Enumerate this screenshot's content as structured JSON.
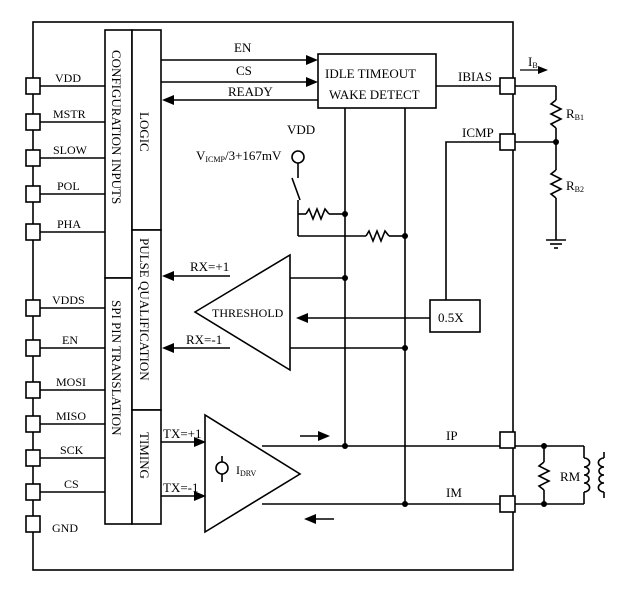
{
  "pins_left": [
    "VDD",
    "MSTR",
    "SLOW",
    "POL",
    "PHA",
    "VDDS",
    "EN",
    "MOSI",
    "MISO",
    "SCK",
    "CS",
    "GND"
  ],
  "pins_right": {
    "ibias": "IBIAS",
    "icmp": "ICMP",
    "ip": "IP",
    "im": "IM"
  },
  "blocks": {
    "config_inputs": "CONFIGURATION INPUTS",
    "logic": "LOGIC",
    "pulse_qualification": "PULSE QUALIFICATION",
    "spi_pin_translation": "SPI PIN TRANSLATION",
    "timing": "TIMING",
    "idle_timeout": "IDLE TIMEOUT",
    "wake_detect": "WAKE DETECT",
    "threshold": "THRESHOLD",
    "scale": "0.5X"
  },
  "signals": {
    "en": "EN",
    "cs": "CS",
    "ready": "READY",
    "rx_pos": "RX=+1",
    "rx_neg": "RX=-1",
    "tx_pos": "TX=+1",
    "tx_neg": "TX=-1",
    "vdd": "VDD",
    "vcmp_main": "V",
    "vcmp_sub": "ICMP",
    "vcmp_rest": "/3+167mV",
    "idrv_main": "I",
    "idrv_sub": "DRV",
    "ib_main": "I",
    "ib_sub": "B",
    "rb1_main": "R",
    "rb1_sub": "B1",
    "rb2_main": "R",
    "rb2_sub": "B2",
    "rm": "RM"
  }
}
